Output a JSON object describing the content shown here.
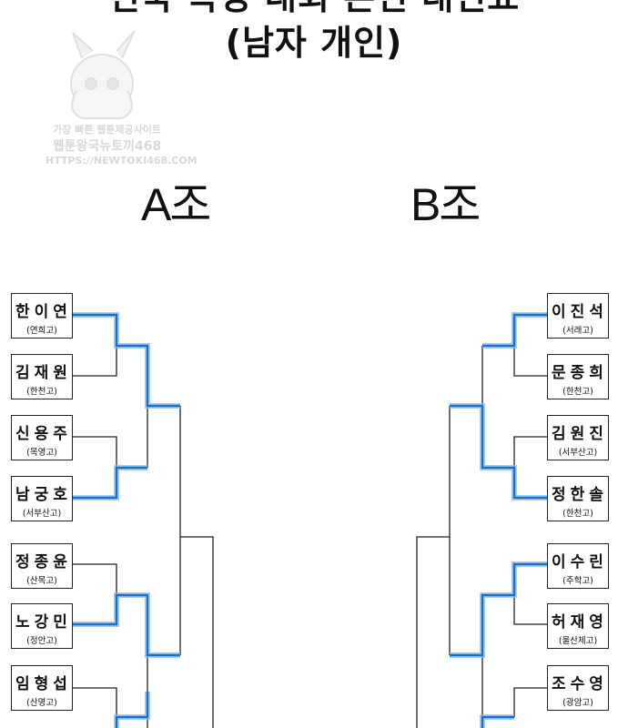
{
  "header": {
    "title_line1": "전국 복싱 대회 본선 대진표",
    "title_line2": "(남자 개인)"
  },
  "watermark": {
    "line1": "가장 빠른 웹툰제공사이트",
    "line2": "웹툰왕국뉴토끼468",
    "line3": "HTTPS://NEWTOKI468.COM"
  },
  "groups": {
    "a": {
      "label": "A조",
      "players": [
        {
          "name": "한이연",
          "school": "(연희고)"
        },
        {
          "name": "김재원",
          "school": "(한천고)"
        },
        {
          "name": "신용주",
          "school": "(목영고)"
        },
        {
          "name": "남궁호",
          "school": "(서부산고)"
        },
        {
          "name": "정종윤",
          "school": "(산목고)"
        },
        {
          "name": "노강민",
          "school": "(정안고)"
        },
        {
          "name": "임형섭",
          "school": "(산명고)"
        }
      ]
    },
    "b": {
      "label": "B조",
      "players": [
        {
          "name": "이진석",
          "school": "(서래고)"
        },
        {
          "name": "문종희",
          "school": "(한천고)"
        },
        {
          "name": "김원진",
          "school": "(서부산고)"
        },
        {
          "name": "정한솔",
          "school": "(한천고)"
        },
        {
          "name": "이수린",
          "school": "(주학고)"
        },
        {
          "name": "허재영",
          "school": "(울산체고)"
        },
        {
          "name": "조수영",
          "school": "(광암고)"
        }
      ]
    }
  },
  "colors": {
    "win_line": "#1f6fc8",
    "win_glow": "#8cc4ee",
    "normal_line": "#222222"
  }
}
